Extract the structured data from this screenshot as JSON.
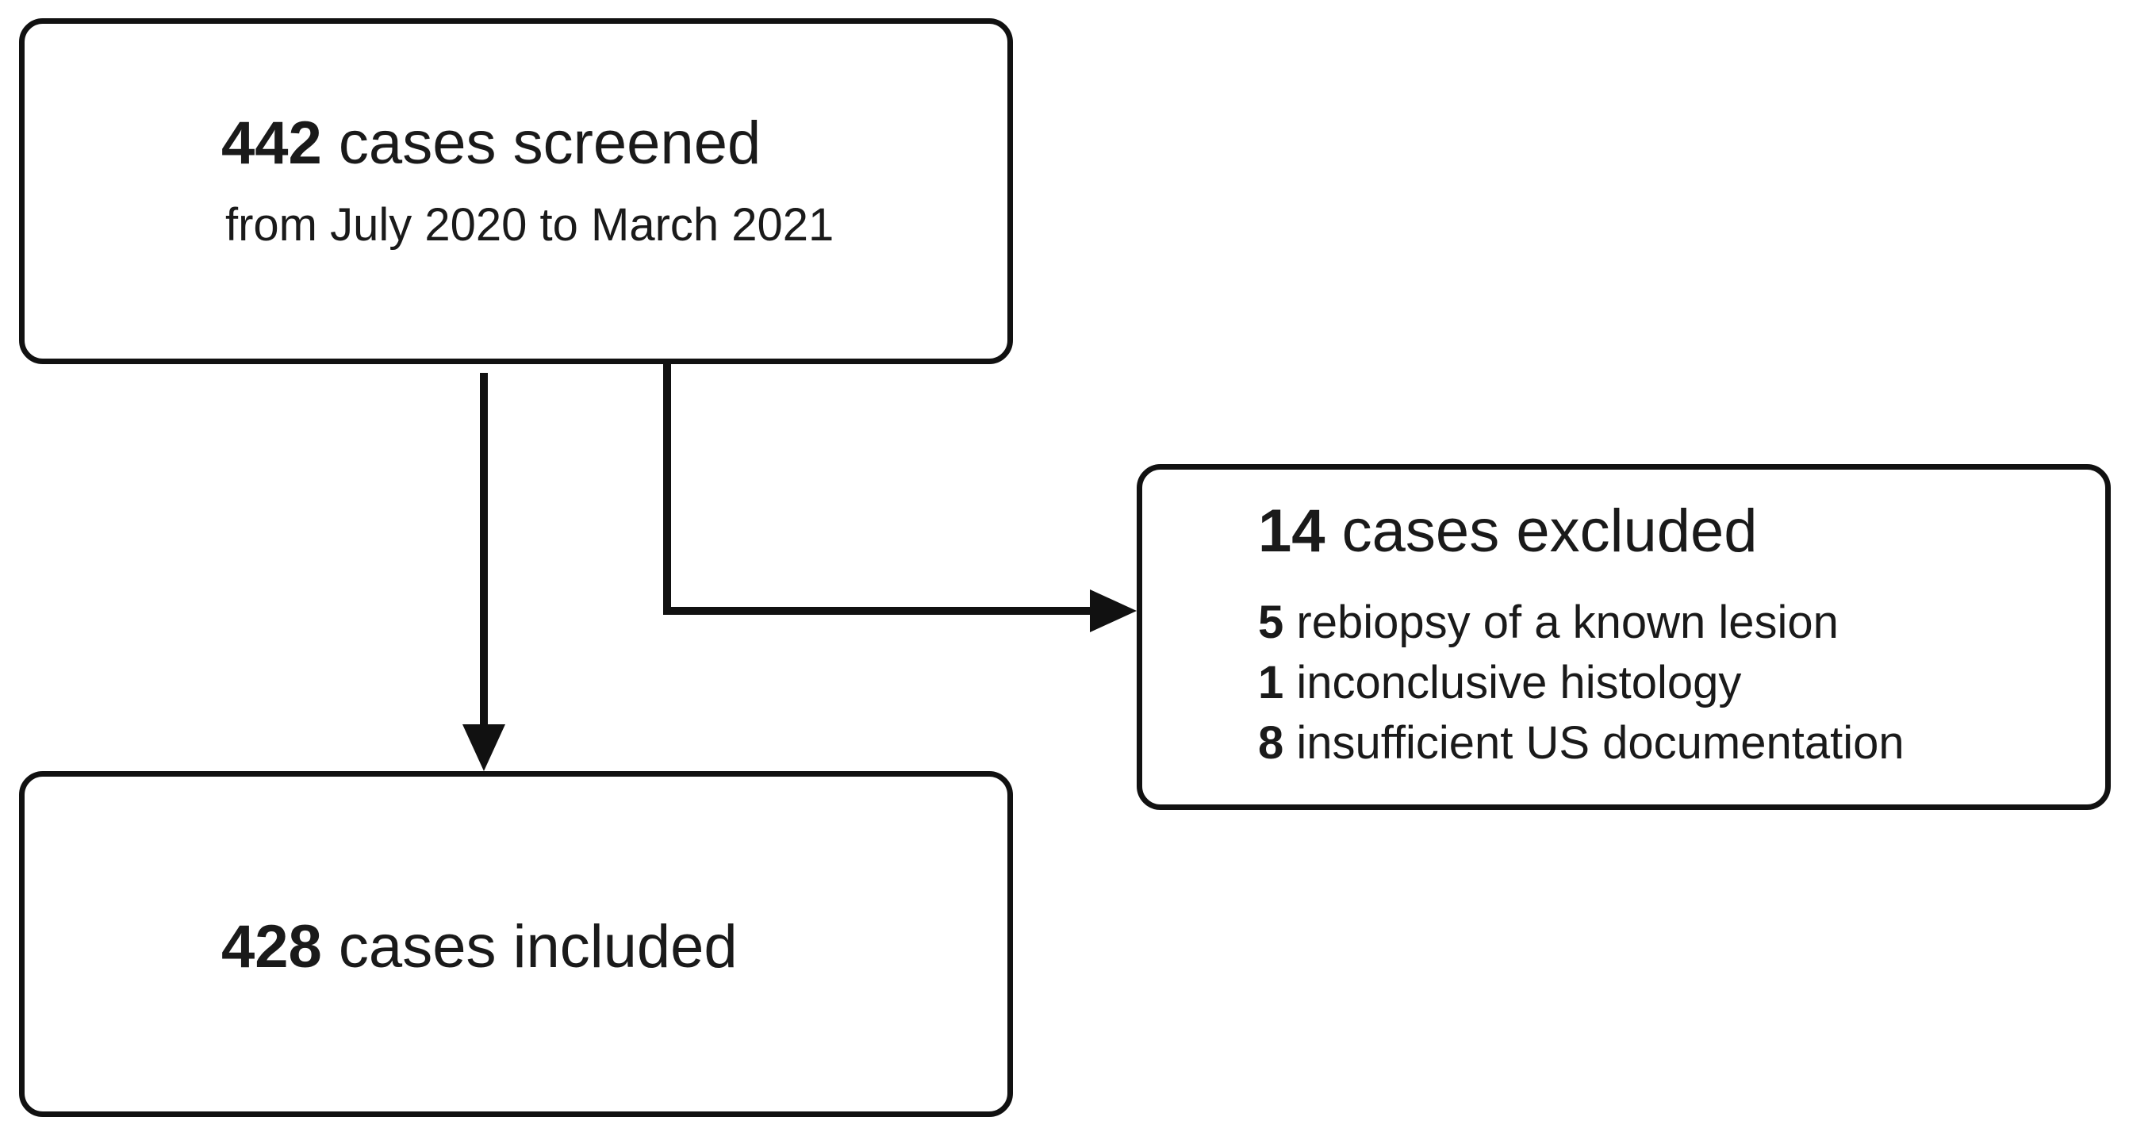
{
  "screened": {
    "count": "442",
    "label": " cases screened",
    "period": "from July 2020 to March 2021"
  },
  "excluded": {
    "count": "14",
    "label": " cases excluded",
    "reasons": [
      {
        "count": "5",
        "label": " rebiopsy of a known lesion"
      },
      {
        "count": "1",
        "label": " inconclusive histology"
      },
      {
        "count": "8",
        "label": " insufficient US documentation"
      }
    ]
  },
  "included": {
    "count": "428",
    "label": " cases included"
  },
  "colors": {
    "stroke": "#111111",
    "text": "#1a1a1a",
    "background": "#ffffff"
  }
}
